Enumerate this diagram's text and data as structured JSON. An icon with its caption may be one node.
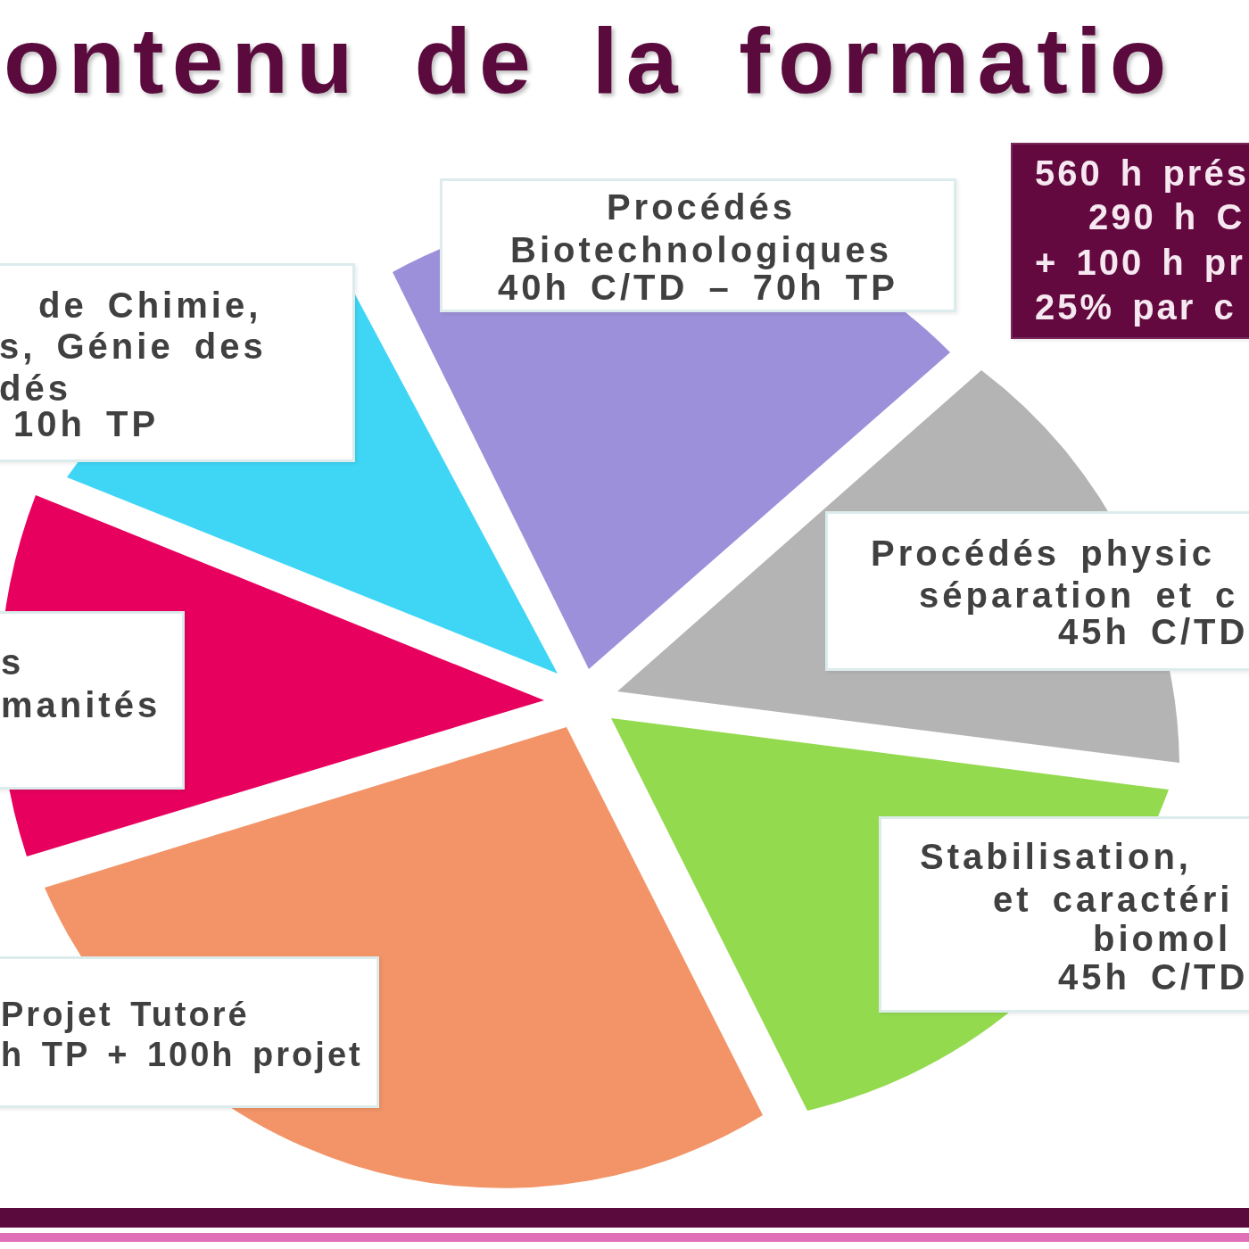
{
  "diagram": {
    "title": "ontenu de la formatio",
    "nodes": [
      {
        "text": [
          "560 h prés",
          "290 h C",
          "+ 100 h pr",
          "25% par c"
        ]
      },
      {
        "text": [
          "Procédés Biotechnologiques",
          "40h C/TD – 70h TP"
        ]
      },
      {
        "text": [
          "de Chimie,",
          "s, Génie des",
          "dés",
          "10h TP"
        ]
      },
      {
        "text": [
          "Procédés physic",
          "séparation et c",
          "45h C/TD"
        ]
      },
      {
        "text": [
          "s",
          "manités"
        ]
      },
      {
        "text": [
          "Stabilisation,",
          "et caractéri",
          "biomol",
          "45h C/TD"
        ]
      },
      {
        "text": [
          "Projet Tutoré",
          "h TP + 100h projet"
        ]
      }
    ]
  }
}
